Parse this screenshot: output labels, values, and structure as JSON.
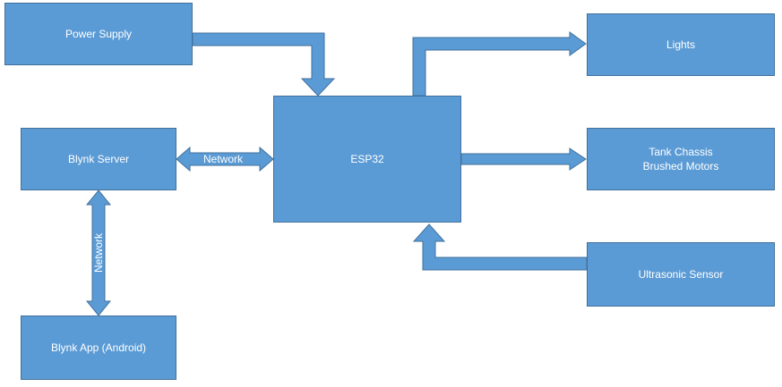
{
  "colors": {
    "box_fill": "#5b9bd5",
    "box_border": "#41719c",
    "arrow": "#5b9bd5",
    "text": "#ffffff"
  },
  "nodes": {
    "power_supply": "Power Supply",
    "blynk_server": "Blynk Server",
    "blynk_app": "Blynk App (Android)",
    "esp32": "ESP32",
    "lights": "Lights",
    "tank_chassis_line1": "Tank Chassis",
    "tank_chassis_line2": "Brushed Motors",
    "ultrasonic_sensor": "Ultrasonic Sensor"
  },
  "edges": {
    "server_esp32_label": "Network",
    "server_app_label": "Network"
  }
}
